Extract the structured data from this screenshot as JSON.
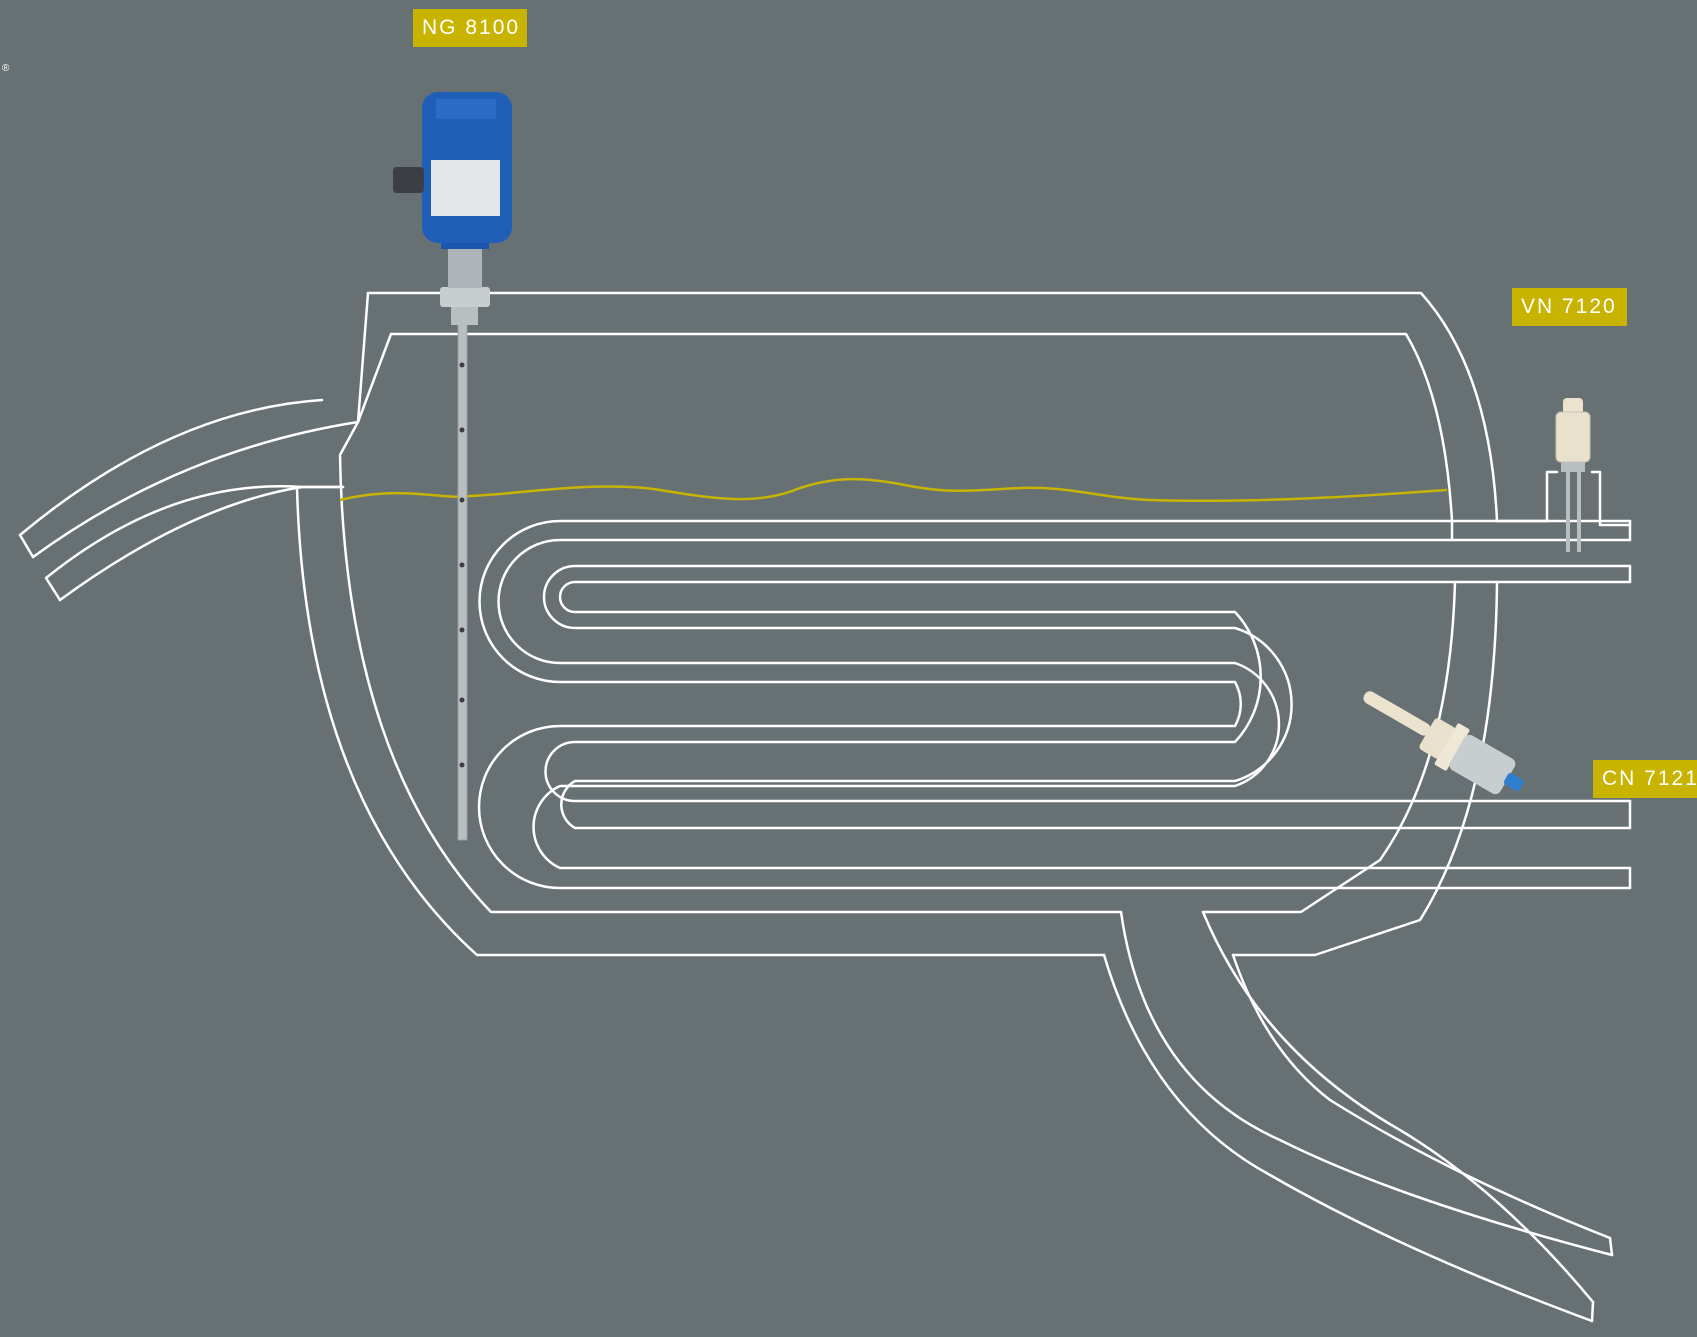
{
  "labels": {
    "ng": "NG 8100",
    "vn": "VN 7120",
    "cn": "CN 7121"
  },
  "registered_mark": "®",
  "icons": {
    "ng": "guided-wave-radar-level-sensor-icon",
    "vn": "vibrating-fork-level-switch-icon",
    "cn": "capacitive-level-switch-icon"
  },
  "colors": {
    "background": "#677073",
    "outline": "#ffffff",
    "liquid_level": "#c8b400",
    "label_bg": "#c8b400",
    "label_text": "#ffffff",
    "sensor_head": "#1f5fb8",
    "probe": "#b9bec1",
    "sensor_body": "#ece3cf"
  }
}
